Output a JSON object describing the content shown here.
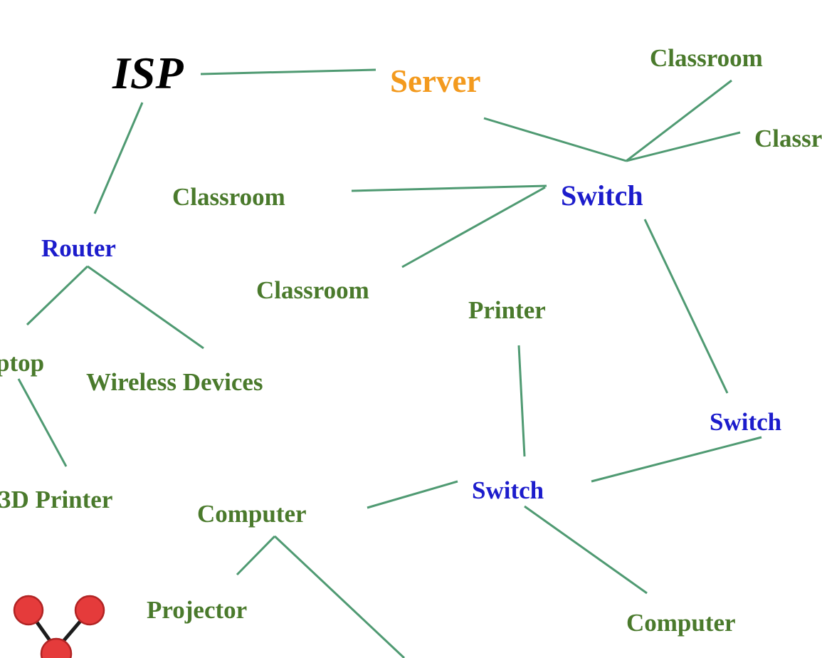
{
  "diagram": {
    "nodes": {
      "isp": "ISP",
      "server": "Server",
      "classroom_top": "Classroom",
      "classroom_right": "Classr",
      "switch_main": "Switch",
      "classroom_mid_left": "Classroom",
      "classroom_mid": "Classroom",
      "router": "Router",
      "laptop": "ptop",
      "wireless_devices": "Wireless Devices",
      "printer": "Printer",
      "switch_right": "Switch",
      "switch_center": "Switch",
      "printer_3d": "3D Printer",
      "computer_left": "Computer",
      "projector": "Projector",
      "computer_bottom": "Computer"
    },
    "colors": {
      "device_label": "#4a7a2c",
      "network_label": "#1c1ccc",
      "server_label": "#f39a1e",
      "isp_label": "#000000",
      "edge": "#4f9a72",
      "decor_node": "#e53b3b"
    },
    "decor_icon": "network-nodes-icon"
  }
}
